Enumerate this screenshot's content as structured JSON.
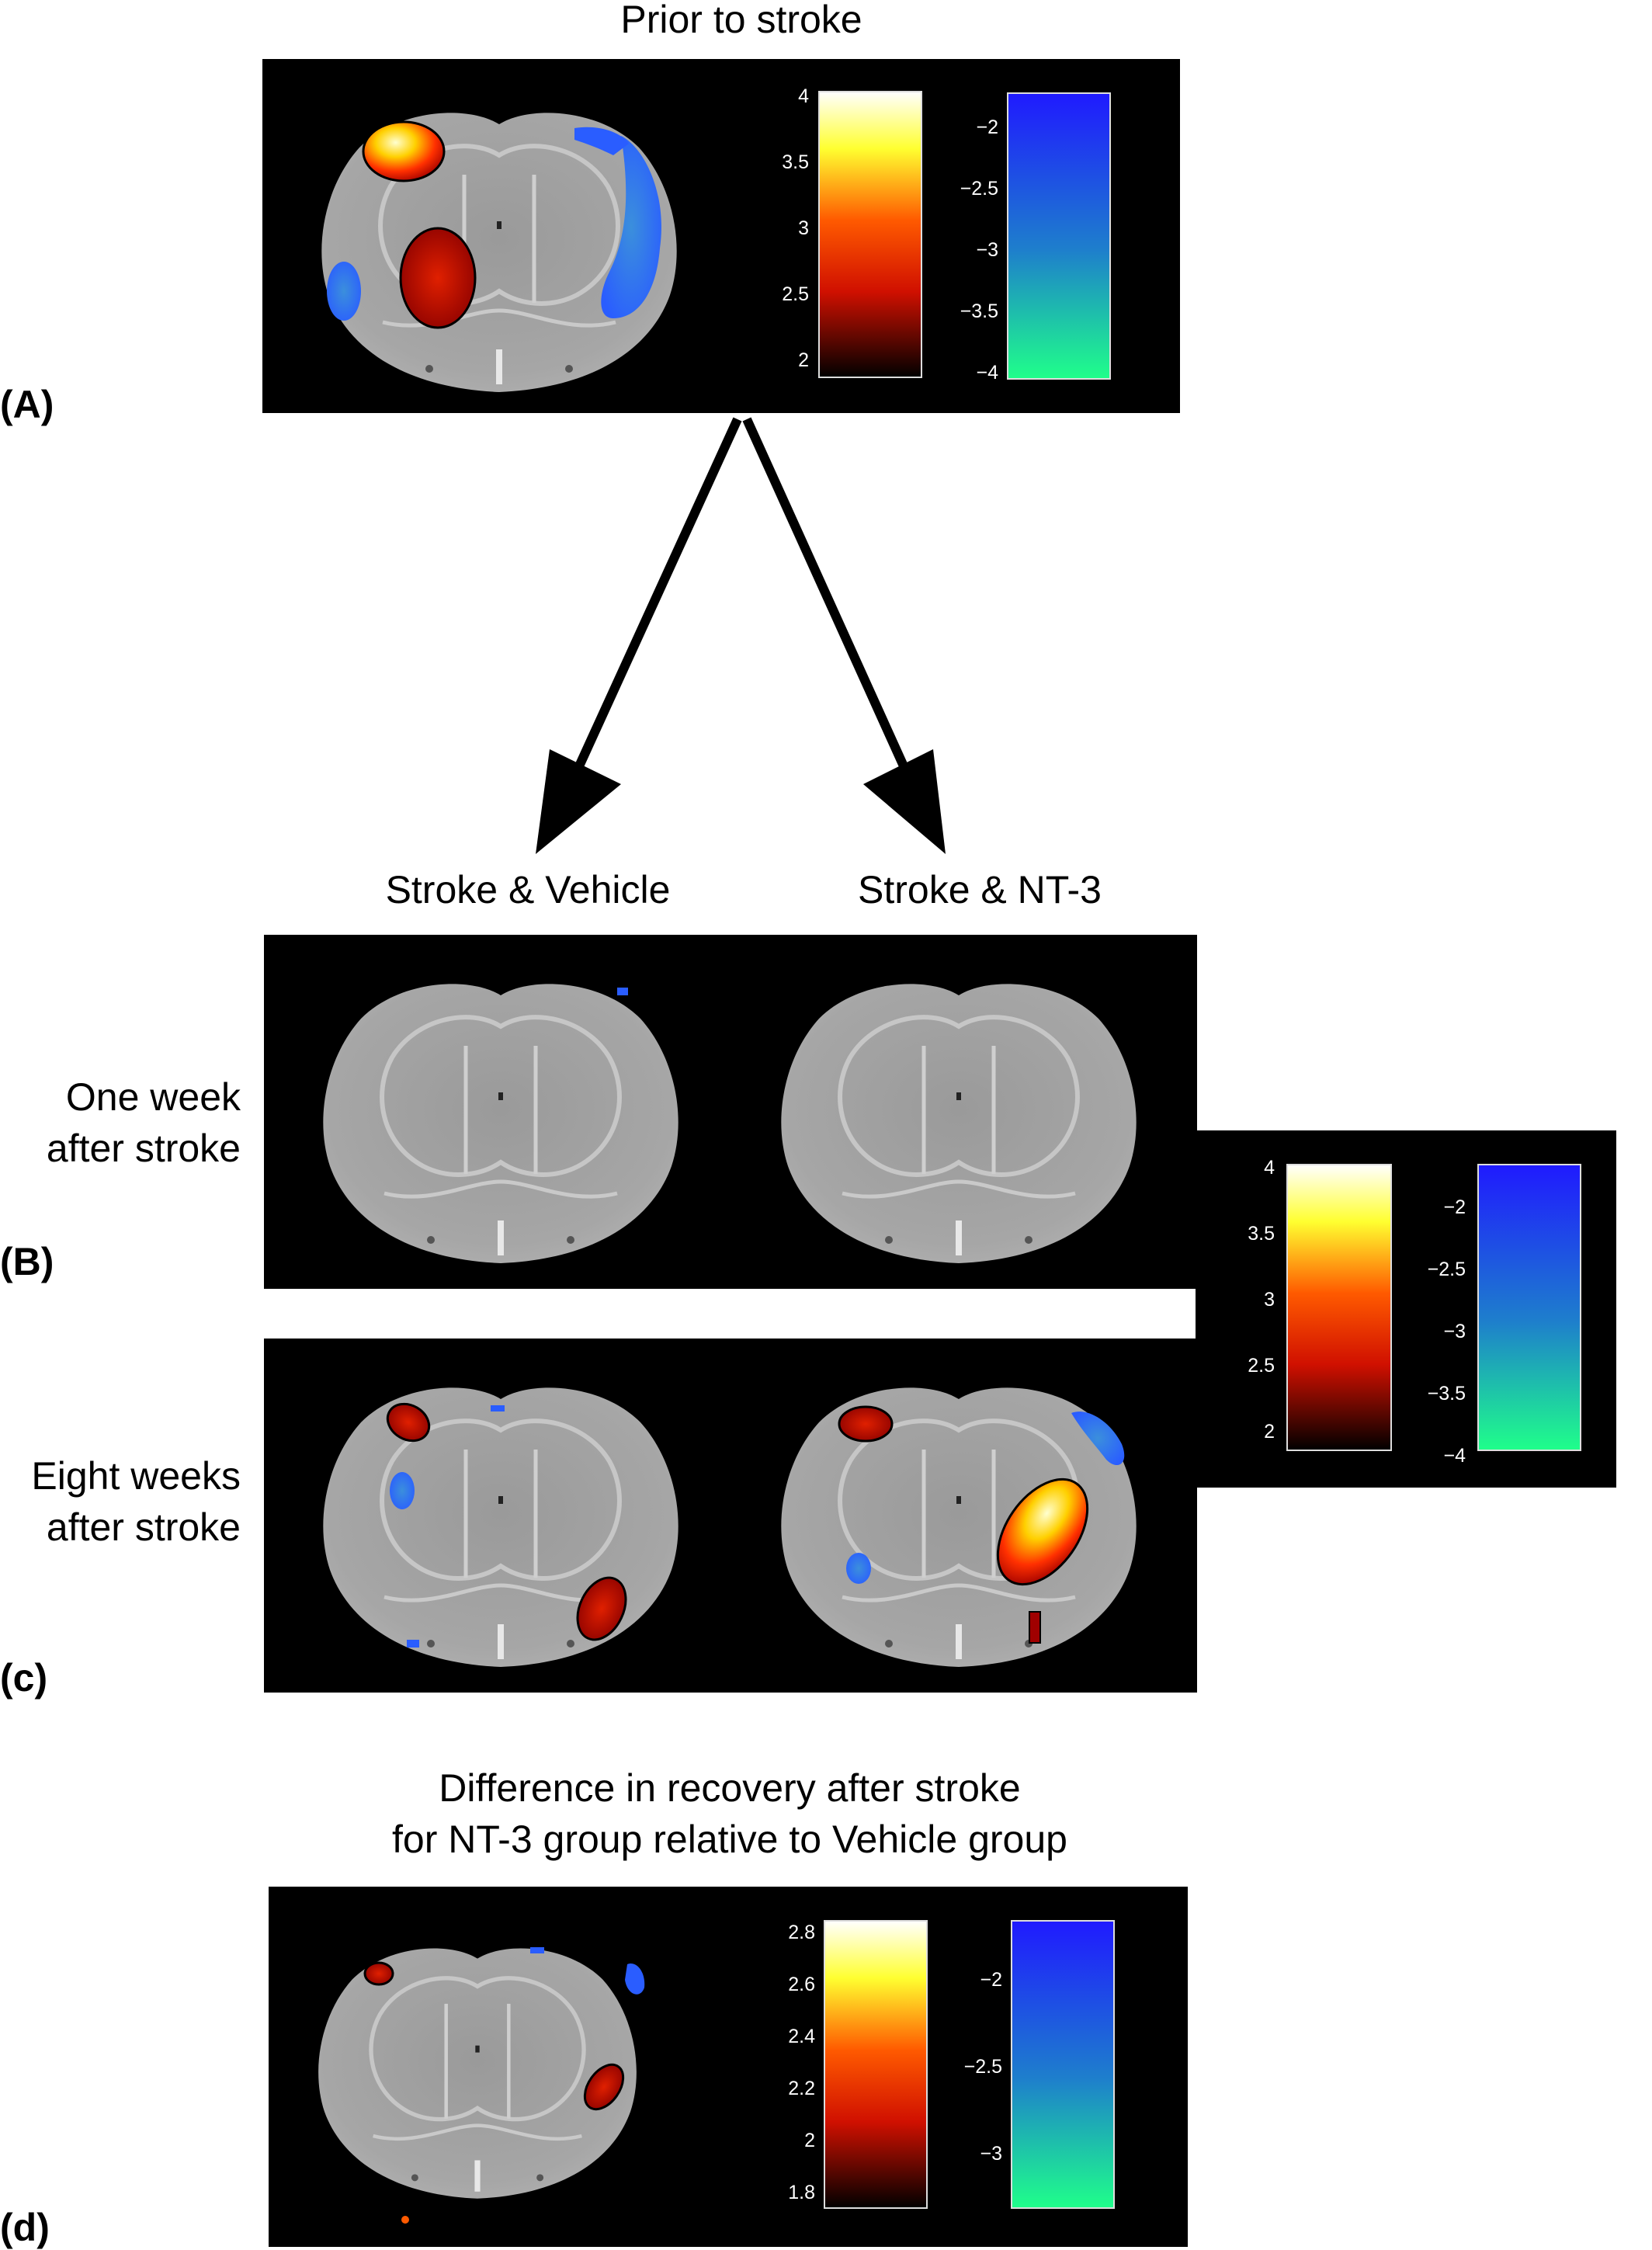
{
  "panels": {
    "A": {
      "label": "(A)",
      "title": "Prior to stroke",
      "hot_ticks": [
        "4",
        "3.5",
        "3",
        "2.5",
        "2"
      ],
      "cool_ticks": [
        "-2",
        "-2.5",
        "-3",
        "-3.5",
        "-4"
      ]
    },
    "B": {
      "label": "(B)",
      "row_label_line1": "One week",
      "row_label_line2": "after stroke"
    },
    "C": {
      "label": "(c)",
      "row_label_line1": "Eight weeks",
      "row_label_line2": "after stroke"
    },
    "D": {
      "label": "(d)",
      "title_line1": "Difference in recovery after stroke",
      "title_line2": "for NT-3 group relative to Vehicle group",
      "hot_ticks": [
        "2.8",
        "2.6",
        "2.4",
        "2.2",
        "2",
        "1.8"
      ],
      "cool_ticks": [
        "-2",
        "-2.5",
        "-3"
      ]
    }
  },
  "columns": {
    "vehicle": "Stroke & Vehicle",
    "nt3": "Stroke & NT-3"
  },
  "shared_scale": {
    "hot_ticks": [
      "4",
      "3.5",
      "3",
      "2.5",
      "2"
    ],
    "cool_ticks": [
      "-2",
      "-2.5",
      "-3",
      "-3.5",
      "-4"
    ]
  },
  "colors": {
    "hot_low": "#000000",
    "hot_mid": "#ff2a00",
    "hot_high": "#ffff40",
    "hot_top": "#ffffff",
    "cool_high": "#1f1aff",
    "cool_low": "#1fff8a",
    "brain_gray": "#a3a3a3"
  }
}
